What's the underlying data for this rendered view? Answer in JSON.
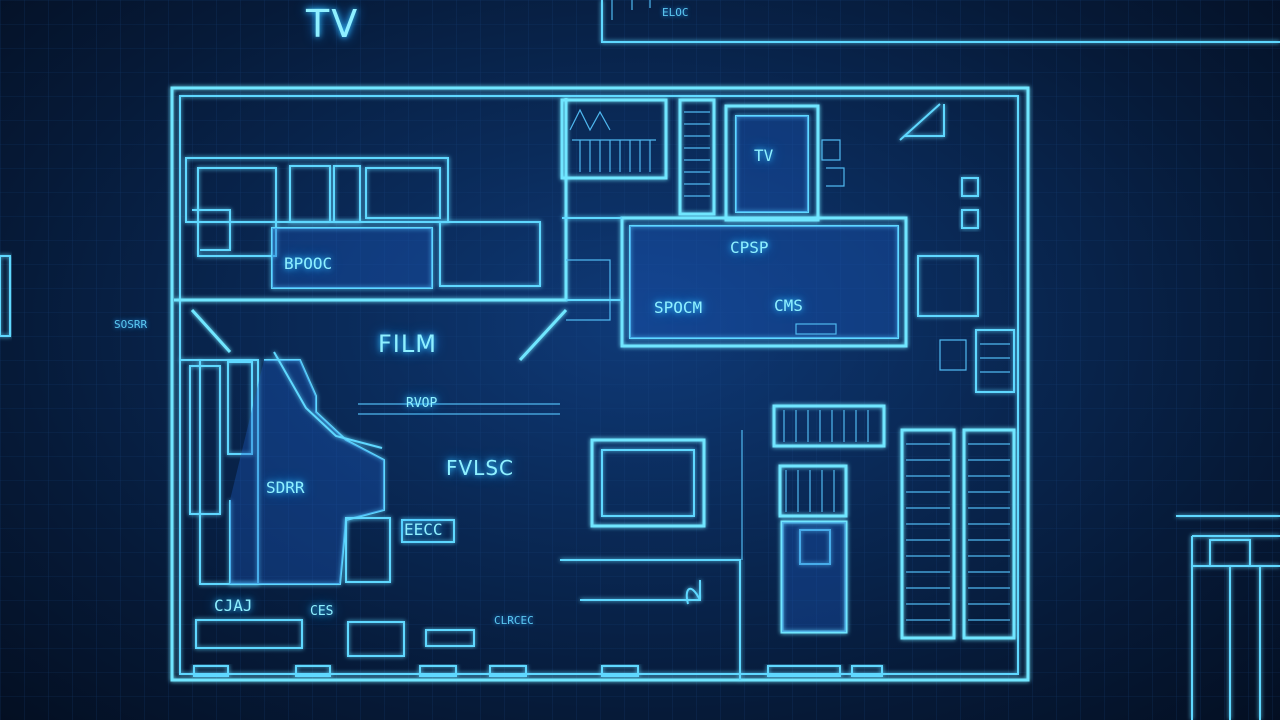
{
  "labels": {
    "tv": "TV",
    "film": "FILM",
    "fvlsc": "FVLSC",
    "rvop": "RVOP",
    "spocm": "SPOCM",
    "cpsp": "CPSP",
    "cms": "CMS",
    "tvroom": "TV",
    "bpooc": "BPOOC",
    "sdrr": "SDRR",
    "eecc": "EECC",
    "eloc": "ELOC",
    "cjaj": "CJAJ",
    "ces": "CES",
    "left_tag": "SOSRR",
    "bottom_tag": "CLRCEC"
  },
  "colors": {
    "line": "#6fe6ff",
    "background": "#061a38",
    "room_fill": "#1e5cc4"
  }
}
